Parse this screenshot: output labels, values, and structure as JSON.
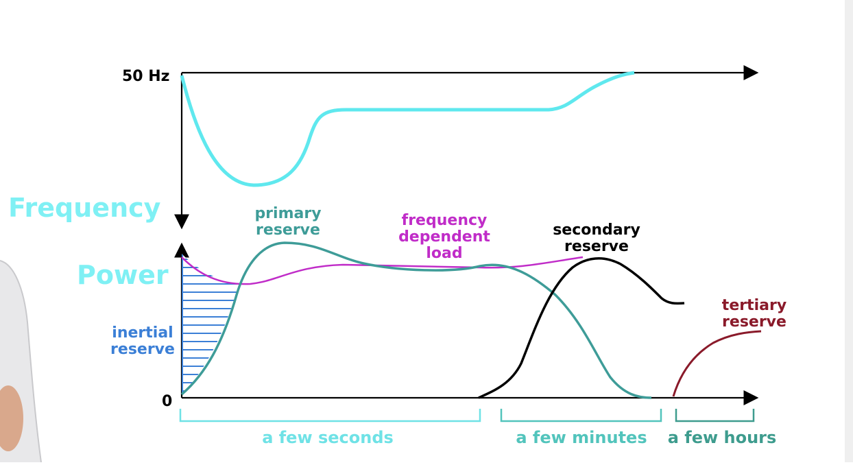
{
  "axis": {
    "frequency_top_label": "50 Hz",
    "power_zero_label": "0",
    "frequency_axis_title": "Frequency",
    "power_axis_title": "Power"
  },
  "labels": {
    "primary_reserve": [
      "primary",
      "reserve"
    ],
    "frequency_dependent_load": [
      "frequency",
      "dependent",
      "load"
    ],
    "secondary_reserve": [
      "secondary",
      "reserve"
    ],
    "tertiary_reserve": [
      "tertiary",
      "reserve"
    ],
    "inertial_reserve": [
      "inertial",
      "reserve"
    ]
  },
  "time_spans": {
    "seconds": "a few seconds",
    "minutes": "a few minutes",
    "hours": "a few hours"
  },
  "colors": {
    "frequency": "#5fe8ee",
    "primary": "#3e9c98",
    "load": "#c02cc8",
    "secondary": "#000000",
    "tertiary": "#8a1a2a",
    "inertial": "#3b7fd6",
    "seconds_span": "#6fe2e6",
    "minutes_span": "#52c4bc",
    "hours_span": "#3e9c8e"
  }
}
